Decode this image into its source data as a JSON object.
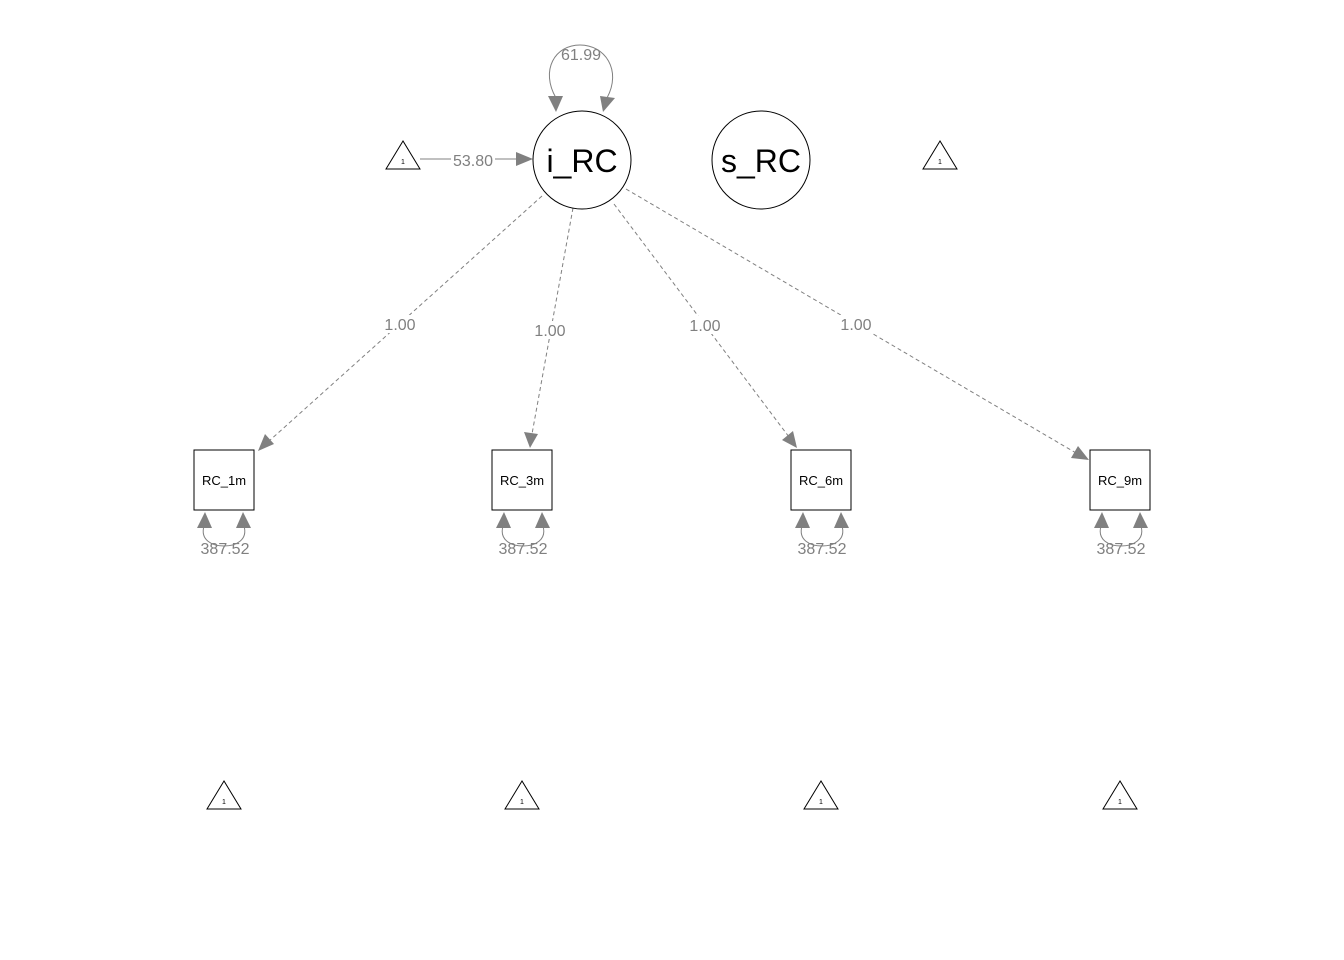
{
  "colors": {
    "edge": "#808080",
    "node_stroke": "#000000",
    "node_fill": "#ffffff",
    "background": "#ffffff"
  },
  "latents": [
    {
      "id": "i_RC",
      "label": "i_RC",
      "variance": "61.99",
      "mean": "53.80"
    },
    {
      "id": "s_RC",
      "label": "s_RC"
    }
  ],
  "manifests": [
    {
      "id": "RC_1m",
      "label": "RC_1m",
      "residual": "387.52"
    },
    {
      "id": "RC_3m",
      "label": "RC_3m",
      "residual": "387.52"
    },
    {
      "id": "RC_6m",
      "label": "RC_6m",
      "residual": "387.52"
    },
    {
      "id": "RC_9m",
      "label": "RC_9m",
      "residual": "387.52"
    }
  ],
  "constants": [
    {
      "id": "const_i",
      "label": "1"
    },
    {
      "id": "const_s",
      "label": "1"
    },
    {
      "id": "const_1m",
      "label": "1"
    },
    {
      "id": "const_3m",
      "label": "1"
    },
    {
      "id": "const_6m",
      "label": "1"
    },
    {
      "id": "const_9m",
      "label": "1"
    }
  ],
  "loadings": [
    {
      "from": "i_RC",
      "to": "RC_1m",
      "label": "1.00"
    },
    {
      "from": "i_RC",
      "to": "RC_3m",
      "label": "1.00"
    },
    {
      "from": "i_RC",
      "to": "RC_6m",
      "label": "1.00"
    },
    {
      "from": "i_RC",
      "to": "RC_9m",
      "label": "1.00"
    }
  ]
}
